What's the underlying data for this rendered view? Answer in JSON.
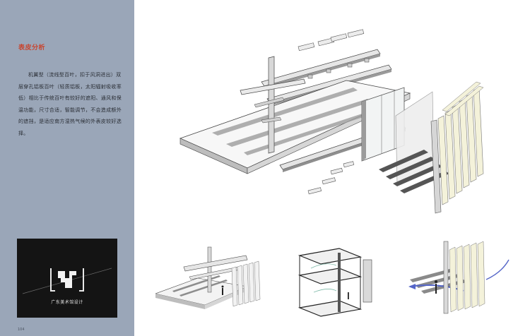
{
  "sidebar": {
    "title": "表皮分析",
    "body": "机翼型（流线型百叶，扣于风洞进出）双层穿孔铝板百叶（轻质铝板，太阳辐射吸收率低）相比于传统百叶有较好的遮阳、通风和保温功能，尺寸合适，智能调节，不会造成额外的遮挡，是适应南方湿热气候的外表皮较好选择。",
    "logo_text": "广东美术馆设计",
    "page_number": "104"
  },
  "figures": [
    {
      "name": "exploded-axonometric-diagram"
    },
    {
      "name": "section-perspective-diagram"
    },
    {
      "name": "floor-stack-diagram"
    },
    {
      "name": "louver-airflow-diagram"
    }
  ],
  "colors": {
    "sidebar_bg": "#9aa6b8",
    "title_red": "#c8452f",
    "louver_cream": "#f4f2da",
    "wind_blue": "#5566c8",
    "logo_bg": "#141414"
  }
}
